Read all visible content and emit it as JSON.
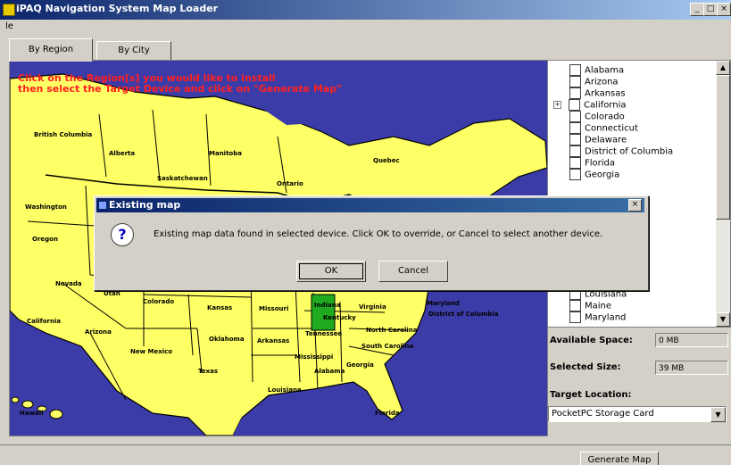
{
  "window": {
    "title": "iPAQ Navigation System Map Loader",
    "minimize_glyph": "_",
    "maximize_glyph": "□",
    "close_glyph": "×"
  },
  "menubar": {
    "file": "le"
  },
  "tabs": [
    {
      "label": "By Region"
    },
    {
      "label": "By City"
    }
  ],
  "map": {
    "instruction_line1": "Click on the Region[s] you would like to install",
    "instruction_line2": "then select the Target Device and click on \"Generate Map\"",
    "regions": [
      "British Columbia",
      "Alberta",
      "Manitoba",
      "Saskatchewan",
      "Quebec",
      "Ontario",
      "Washington",
      "Oregon",
      "Nevada",
      "California",
      "Utah",
      "Colorado",
      "Kansas",
      "Missouri",
      "Kentucky",
      "Indiana",
      "Virginia",
      "Maryland",
      "District of Columbia",
      "Tennessee",
      "North Carolina",
      "South Carolina",
      "Arizona",
      "New Mexico",
      "Oklahoma",
      "Arkansas",
      "Texas",
      "Mississippi",
      "Alabama",
      "Georgia",
      "Louisiana",
      "Florida",
      "Hawaii"
    ],
    "colors": {
      "water": "#3c3ca8",
      "land": "#ffff66",
      "selected": "#1faa1f"
    }
  },
  "state_list": {
    "items": [
      "Alabama",
      "Arizona",
      "Arkansas",
      "California",
      "Colorado",
      "Connecticut",
      "Delaware",
      "District of Columbia",
      "Florida",
      "Georgia"
    ],
    "items_bottom": [
      "Louisiana",
      "Maine",
      "Maryland"
    ],
    "expand_glyph": "+",
    "scroll_up": "▲",
    "scroll_down": "▼"
  },
  "info": {
    "available_space_label": "Available Space:",
    "available_space_value": "0 MB",
    "selected_size_label": "Selected Size:",
    "selected_size_value": "39 MB",
    "target_location_label": "Target Location:",
    "target_location_value": "PocketPC Storage Card",
    "dropdown_glyph": "▼"
  },
  "generate_button": "Generate Map",
  "dialog": {
    "title": "Existing map",
    "close_glyph": "×",
    "icon_glyph": "?",
    "message": "Existing map data found in selected device. Click OK to override, or Cancel to select another device.",
    "ok_label": "OK",
    "cancel_label": "Cancel"
  }
}
